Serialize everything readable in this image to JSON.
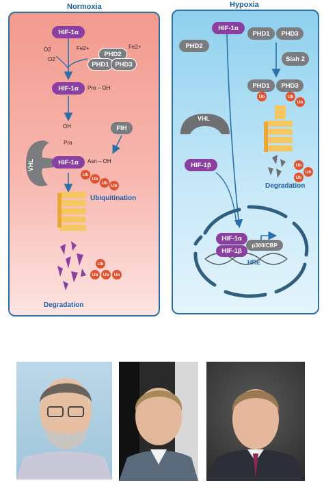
{
  "titles": {
    "normoxia": "Normoxia",
    "hypoxia": "Hypoxia"
  },
  "normoxia": {
    "hif1a_top": "HIF-1α",
    "fe2_left": "Fe2+",
    "fe2_right": "Fe2+",
    "o2_a": "O2",
    "o2_b": "O2",
    "phd2": "PHD2",
    "phd1": "PHD1",
    "phd3": "PHD3",
    "hif1a_mid": "HIF-1α",
    "pro_oh": "Pro – OH",
    "oh": "OH",
    "pro": "Pro",
    "fih": "FIH",
    "vhl": "VHL",
    "hif1a_bottom": "HIF-1α",
    "asn_oh": "Asn – OH",
    "ub": "Ub",
    "ubiquitination": "Ubiquitination",
    "degradation": "Degradation"
  },
  "hypoxia": {
    "hif1a": "HIF-1α",
    "phd2": "PHD2",
    "phd1": "PHD1",
    "phd3": "PHD3",
    "siah2": "Siah 2",
    "phd1_b": "PHD1",
    "phd3_b": "PHD3",
    "vhl": "VHL",
    "hif1b": "HIF-1β",
    "ub": "Ub",
    "degradation": "Degradation",
    "nuc_hif1a": "HIF-1α",
    "nuc_hif1b": "HIF-1β",
    "p300": "p300/CBP",
    "hre": "HRE"
  },
  "colors": {
    "normoxia_top": "#f39a8e",
    "normoxia_bottom": "#fde4e2",
    "hypoxia_top": "#8fd0ee",
    "hypoxia_bottom": "#e4f4fc",
    "hif_purple": "#8b3fa0",
    "ub_red": "#e3512f",
    "proteasome_yellow": "#f6c660",
    "arrow_blue": "#2a6fa8"
  }
}
